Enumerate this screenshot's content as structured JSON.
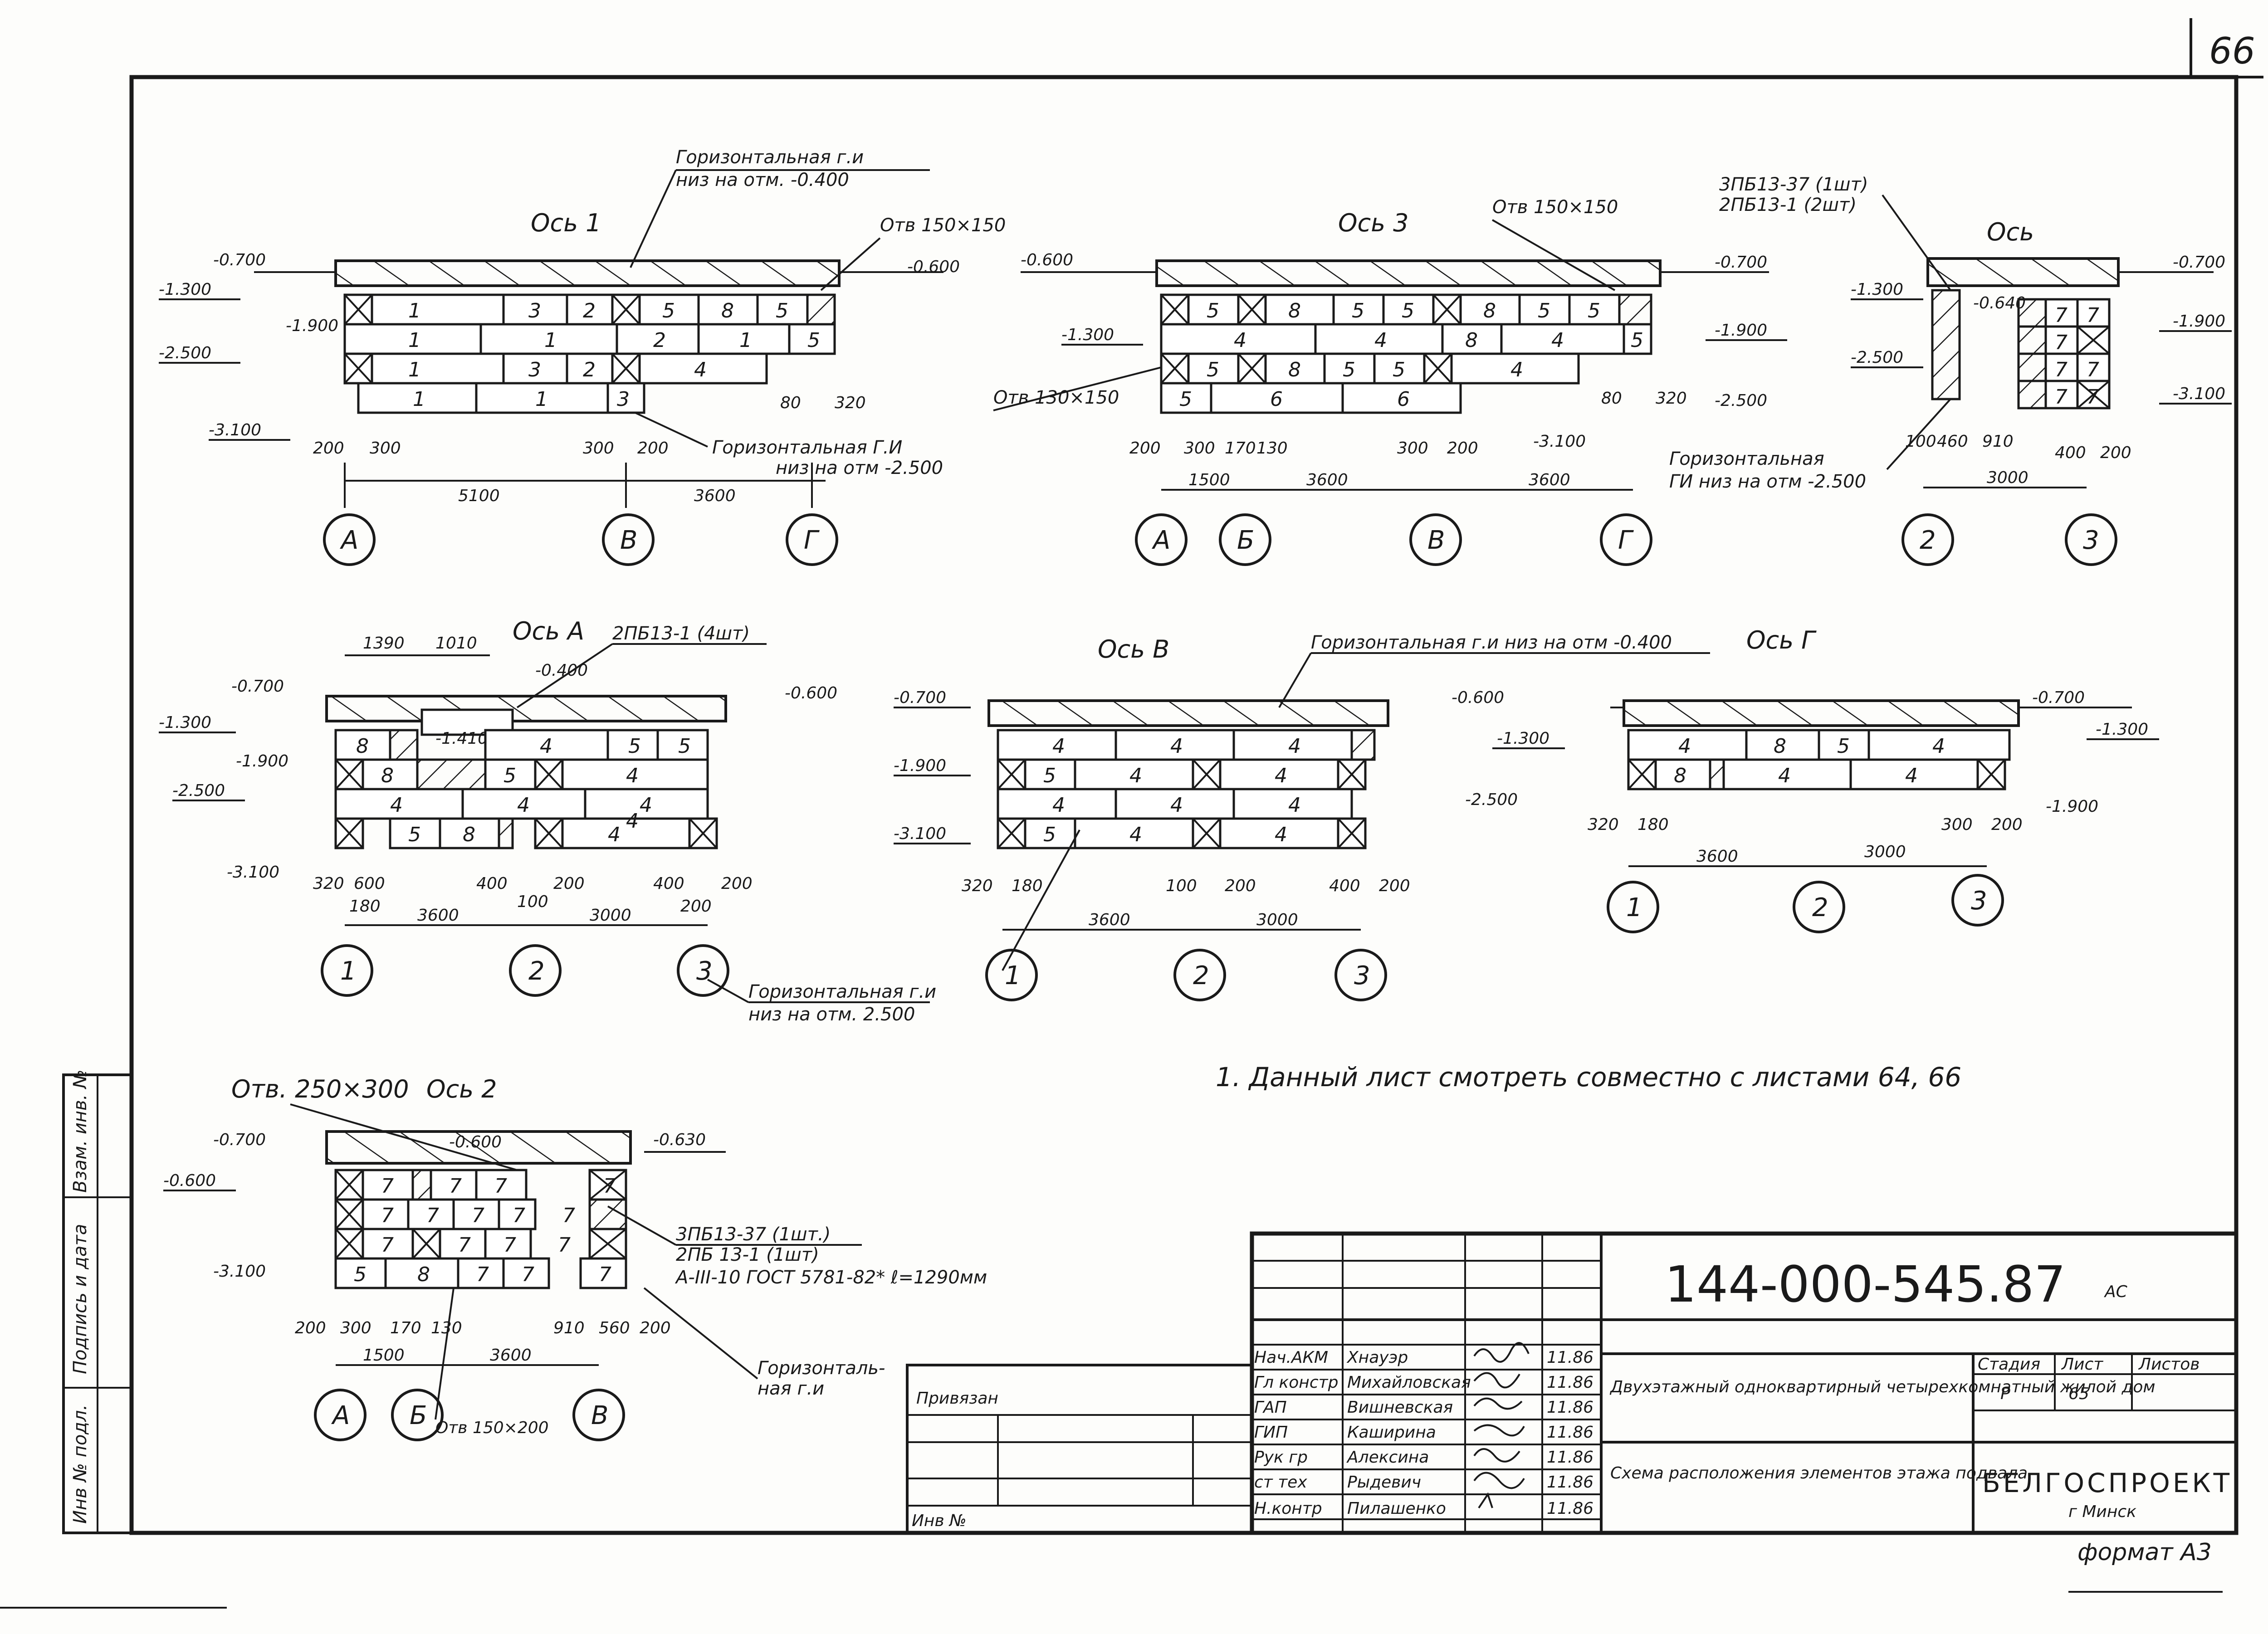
{
  "sheet": {
    "page_number": "66",
    "note": "1. Данный  лист смотреть совместно с листами 64, 66",
    "format": "формат А3"
  },
  "title_block": {
    "code": "144-000-545.87",
    "suffix": "АС",
    "privyazan": "Привязан",
    "inv": "Инв №",
    "roles": [
      {
        "role": "Нач.АКМ",
        "name": "Хнауэр",
        "date": "11.86"
      },
      {
        "role": "Гл констр",
        "name": "Михайловская",
        "date": "11.86"
      },
      {
        "role": "ГАП",
        "name": "Вишневская",
        "date": "11.86"
      },
      {
        "role": "ГИП",
        "name": "Каширина",
        "date": "11.86"
      },
      {
        "role": "Рук гр",
        "name": "Алексина",
        "date": "11.86"
      },
      {
        "role": "ст тех",
        "name": "Рыдевич",
        "date": "11.86"
      },
      {
        "role": "Н.контр",
        "name": "Пилашенко",
        "date": "11.86"
      }
    ],
    "project_title": "Двухэтажный одноквартирный четырехкомнатный жилой дом",
    "sheet_title": "Схема расположения элементов этажа подвала",
    "stage_label": "Стадия",
    "sheet_label": "Лист",
    "sheets_label": "Листов",
    "stage": "Р",
    "sheet": "65",
    "org": "БЕЛГОСПРОЕКТ",
    "city": "г Минск"
  },
  "side_stamp": {
    "inv_podl": "Инв № подл.",
    "podpis": "Подпись и дата",
    "vzam": "Взам. инв. №"
  },
  "views": {
    "os1": {
      "title": "Ось 1",
      "leader_top": "Горизонтальная г.и",
      "leader_top2": "низ на отм. -0.400",
      "hole": "Отв 150×150",
      "leader_bottom": "Горизонтальная Г.И",
      "leader_bottom2": "низ на отм -2.500",
      "levels": [
        "-0.700",
        "-1.300",
        "-1.900",
        "-2.500",
        "-3.100",
        "-0.600"
      ],
      "dims": [
        "200",
        "300",
        "5100",
        "300",
        "200",
        "3600",
        "80",
        "320"
      ],
      "axes": [
        "А",
        "В",
        "Г"
      ],
      "rows": [
        [
          "1",
          "3",
          "2",
          "5",
          "8",
          "5"
        ],
        [
          "1",
          "1",
          "2",
          "1",
          "5"
        ],
        [
          "1",
          "3",
          "2",
          "4"
        ],
        [
          "1",
          "1",
          "3"
        ]
      ]
    },
    "os3": {
      "title": "Ось 3",
      "hole": "Отв 150×150",
      "hole2": "Отв 130×150",
      "levels": [
        "-0.600",
        "-1.300",
        "-0.700",
        "-1.900",
        "-2.500",
        "-3.100"
      ],
      "dims": [
        "200",
        "300",
        "170",
        "130",
        "1500",
        "3600",
        "300",
        "200",
        "3600",
        "80",
        "320"
      ],
      "axes": [
        "А",
        "Б",
        "В",
        "Г"
      ],
      "rows": [
        [
          "5",
          "8",
          "5",
          "5",
          "8",
          "5",
          "5"
        ],
        [
          "4",
          "4",
          "8",
          "4",
          "5"
        ],
        [
          "5",
          "8",
          "5",
          "5",
          "4"
        ],
        [
          "5",
          "6",
          "6"
        ]
      ]
    },
    "os_small": {
      "title": "Ось",
      "leader": "3ПБ13-37 (1шт)",
      "leader2": "2ПБ13-1 (2шт)",
      "level_inner": "-0.640",
      "levels": [
        "-1.300",
        "-2.500",
        "-0.700",
        "-1.900",
        "-3.100"
      ],
      "dims": [
        "100",
        "460",
        "910",
        "3000",
        "400",
        "200"
      ],
      "leader_bottom": "Горизонтальная",
      "leader_bottom2": "ГИ низ на отм -2.500",
      "axes": [
        "2",
        "3"
      ],
      "rows": [
        [
          "7",
          "7"
        ],
        [
          "7"
        ],
        [
          "7",
          "7"
        ],
        [
          "7",
          "7"
        ]
      ]
    },
    "osA": {
      "title": "Ось А",
      "leader": "2ПБ13-1 (4шт)",
      "level_inner": "-0.400",
      "level_inner2": "-1.410",
      "levels": [
        "-0.700",
        "-1.300",
        "-1.900",
        "-2.500",
        "-3.100",
        "-0.600"
      ],
      "dims_top": [
        "1390",
        "1010"
      ],
      "dims": [
        "320",
        "600",
        "180",
        "3600",
        "400",
        "100",
        "200",
        "3000",
        "400",
        "200",
        "200"
      ],
      "axes": [
        "1",
        "2",
        "3"
      ],
      "rows": [
        [
          "8",
          "4",
          "5",
          "5"
        ],
        [
          "8",
          "5",
          "4"
        ],
        [
          "4",
          "4",
          "4"
        ],
        [
          "5",
          "8",
          "4",
          "4"
        ]
      ]
    },
    "osB": {
      "title": "Ось В",
      "leader_top": "Горизонтальная г.и  низ на отм -0.400",
      "leader_bottom": "Горизонтальная г.и",
      "leader_bottom2": "низ на отм. 2.500",
      "levels": [
        "-0.700",
        "-1.900",
        "-3.100",
        "-0.600",
        "-1.300",
        "-2.500"
      ],
      "dims": [
        "320",
        "180",
        "3600",
        "100",
        "200",
        "3000",
        "400",
        "200"
      ],
      "axes": [
        "1",
        "2",
        "3"
      ],
      "rows": [
        [
          "4",
          "4",
          "4"
        ],
        [
          "5",
          "4",
          "4"
        ],
        [
          "4",
          "4",
          "4"
        ],
        [
          "5",
          "4",
          "4"
        ]
      ]
    },
    "osG": {
      "title": "Ось Г",
      "levels": [
        "-0.700",
        "-1.300",
        "-1.900"
      ],
      "dims": [
        "320",
        "180",
        "3600",
        "3000",
        "300",
        "200"
      ],
      "axes": [
        "1",
        "2",
        "3"
      ],
      "rows": [
        [
          "4",
          "8",
          "5",
          "4"
        ],
        [
          "8",
          "4",
          "4"
        ]
      ]
    },
    "os2": {
      "title": "Ось 2",
      "hole": "Отв. 250×300",
      "hole2": "Отв 150×200",
      "level_inner": "-0.600",
      "levels": [
        "-0.700",
        "-0.600",
        "-0.630",
        "-3.100"
      ],
      "leader": "3ПБ13-37 (1шт.)",
      "leader2": "2ПБ 13-1 (1шт)",
      "leader3": "А-III-10 ГОСТ 5781-82* ℓ=1290мм",
      "leader_bottom": "Горизонталь-",
      "leader_bottom2": "ная г.и",
      "dims": [
        "200",
        "300",
        "170",
        "130",
        "1500",
        "3600",
        "910",
        "560",
        "200"
      ],
      "axes": [
        "А",
        "Б",
        "В"
      ],
      "rows": [
        [
          "7",
          "7",
          "7",
          "7"
        ],
        [
          "7",
          "7",
          "7",
          "7",
          "7"
        ],
        [
          "7",
          "7",
          "7",
          "7"
        ],
        [
          "5",
          "8",
          "7",
          "7",
          "7"
        ]
      ]
    }
  }
}
